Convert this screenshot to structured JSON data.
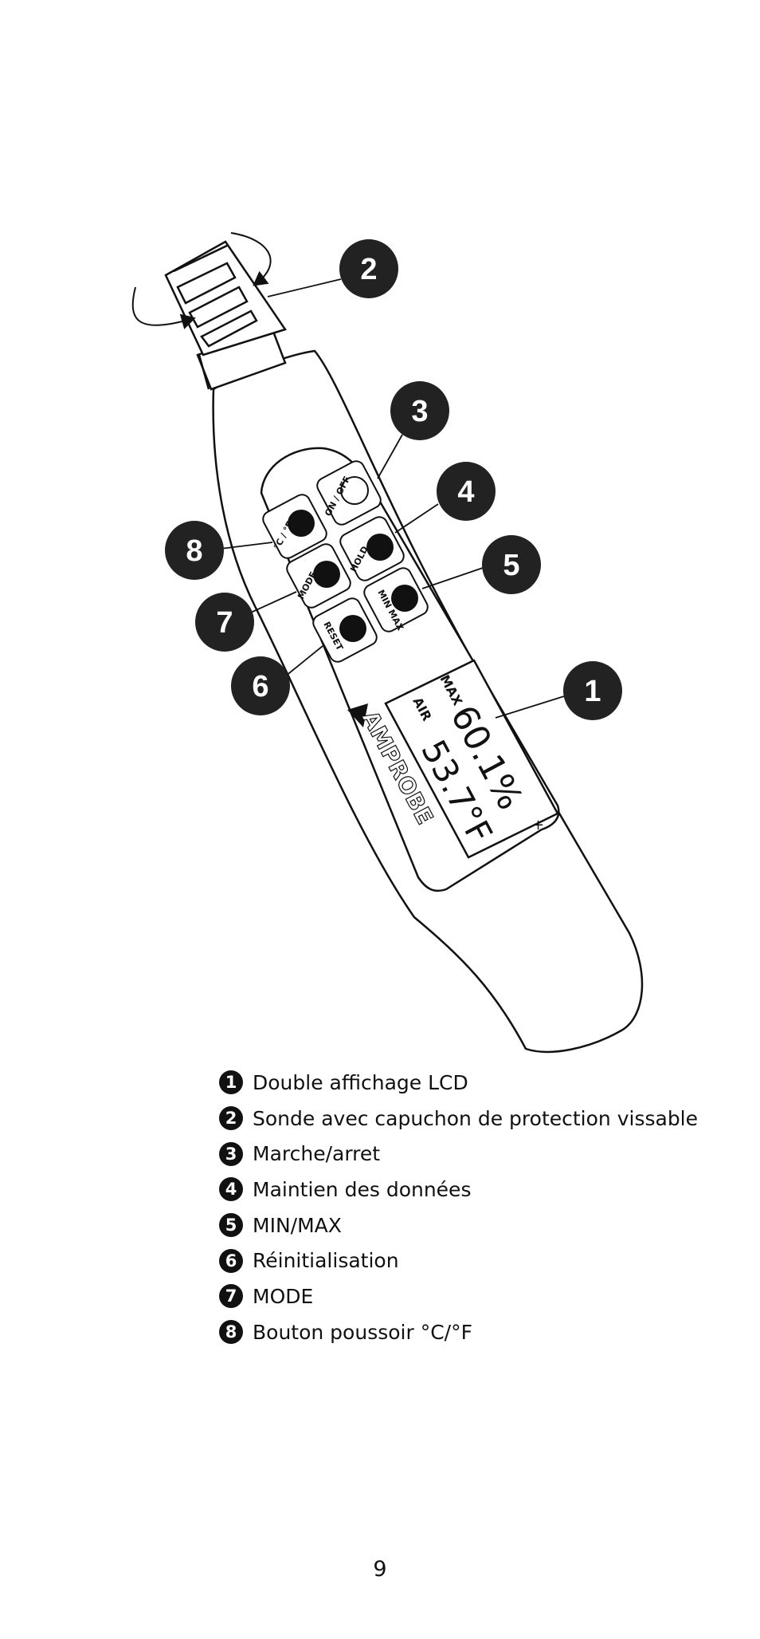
{
  "device": {
    "brand": "AMPROBE",
    "lcd": {
      "max_label": "MAX",
      "air_label": "AIR",
      "top_reading": "60.1%",
      "bottom_reading": "53.7°F",
      "plus_sign": "+"
    },
    "buttons": {
      "on_off": "ON / OFF",
      "hold": "HOLD",
      "min_max": "MIN MAX",
      "reset": "RESET",
      "mode": "MODE",
      "c_f": "°C / °F"
    }
  },
  "callouts": [
    "1",
    "2",
    "3",
    "4",
    "5",
    "6",
    "7",
    "8"
  ],
  "legend": [
    {
      "num": "1",
      "text": "Double affichage LCD"
    },
    {
      "num": "2",
      "text": "Sonde avec capuchon de protection vissable"
    },
    {
      "num": "3",
      "text": "Marche/arret"
    },
    {
      "num": "4",
      "text": "Maintien des données"
    },
    {
      "num": "5",
      "text": "MIN/MAX"
    },
    {
      "num": "6",
      "text": "Réinitialisation"
    },
    {
      "num": "7",
      "text": "MODE"
    },
    {
      "num": "8",
      "text": "Bouton poussoir °C/°F"
    }
  ],
  "page_number": "9"
}
